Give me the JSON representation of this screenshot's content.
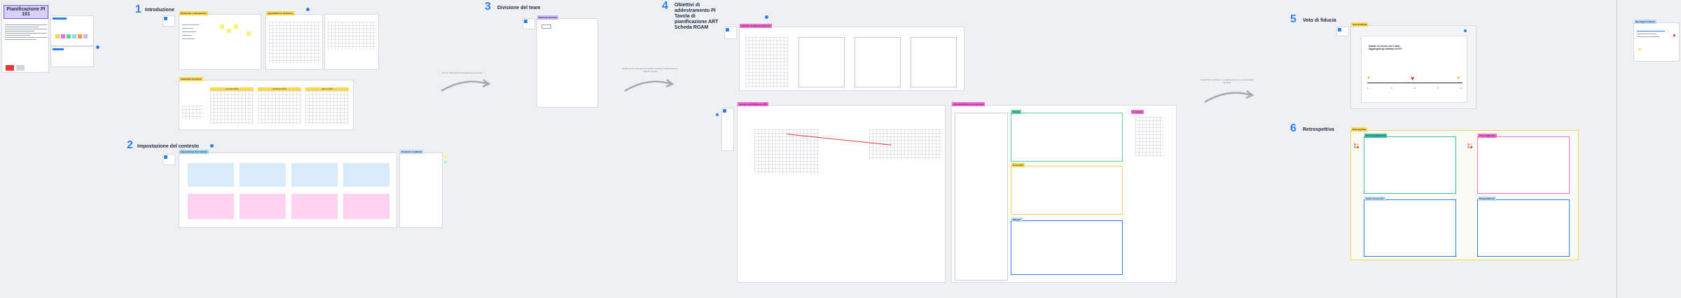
{
  "board": {
    "title": "Pianificazione PI 101",
    "sections": [
      {
        "num": "1",
        "title": "Introduzione"
      },
      {
        "num": "2",
        "title": "Impostazione del contesto"
      },
      {
        "num": "3",
        "title": "Divisione del team"
      },
      {
        "num": "4",
        "title": "Obiettivi di addestramento PI Tavola di pianificazione ART Scheda ROAM"
      },
      {
        "num": "5",
        "title": "Voto di fiducia"
      },
      {
        "num": "6",
        "title": "Retrospettiva"
      }
    ],
    "frame_tags": {
      "intro_agenda": "Benvenuto e introduzione",
      "intro_roles": "Agenda/Flusso del lavoro",
      "intro_calendar": "Calendario iterazioni",
      "context": "Impostazione del contesto",
      "context_feedback": "Domande / feedback",
      "team": "Divisione del team",
      "objectives": "Obiettivi di addestramento PI",
      "art_board": "Tavola di pianificazione ART",
      "roam": "Scheda ROAM del programma",
      "confidence": "Voto di fiducia",
      "retro": "Retrospettiva",
      "retro_went_well": "Cosa è andato bene",
      "retro_improve": "Cosa migliorare",
      "retro_actions": "Azioni successive",
      "retro_thanks": "Ringraziamenti",
      "feedback_card": "Messaggi di fiducia"
    },
    "arrow_notes": [
      "Fai clic sull'icona Presentazione per avviare",
      "Dividi il team in gruppi più piccoli e assegna i partecipanti ai rispettivi gruppi",
      "Condividi le decisioni e i risultati del team e vota la fiducia nel piano"
    ],
    "confidence": {
      "question": "Quanto sei sicuro che il team raggiungerà gli obiettivi del PI?",
      "scale": [
        "1",
        "2",
        "3",
        "4",
        "5"
      ]
    },
    "calendar_months": [
      "Gennaio 2023",
      "Febbraio 2023",
      "Marzo 2023"
    ],
    "roam_labels": [
      "Risolto",
      "Posseduto",
      "Accettato",
      "Mitigato"
    ],
    "colors": {
      "accent": "#2d7ff9",
      "yellow": "#ffd84d",
      "pink": "#f66bd3",
      "background": "#eef0f2"
    }
  }
}
